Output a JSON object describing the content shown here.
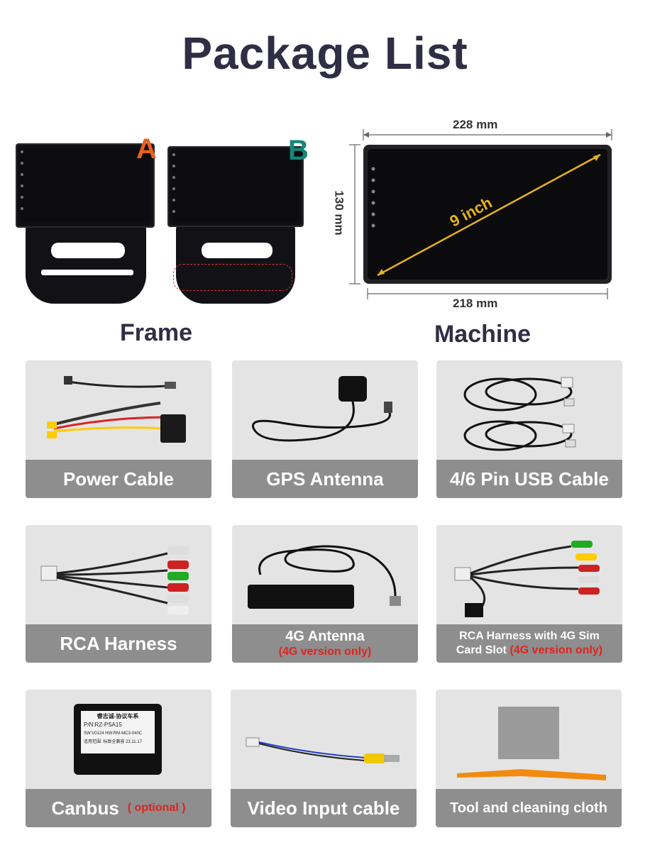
{
  "title": "Package List",
  "frames": {
    "a_label": "A",
    "b_label": "B",
    "label": "Frame",
    "a_color": "#e8601c",
    "b_color": "#17867a"
  },
  "machine": {
    "top_dim": "228 mm",
    "bottom_dim": "218 mm",
    "side_dim": "130 mm",
    "diag": "9 inch",
    "label": "Machine",
    "diag_color": "#e8b21a"
  },
  "items": [
    {
      "name": "Power Cable"
    },
    {
      "name": "GPS Antenna"
    },
    {
      "name": "4/6 Pin USB Cable"
    },
    {
      "name": "RCA Harness"
    },
    {
      "name": "4G Antenna",
      "note": "(4G version only)"
    },
    {
      "name_line1": "RCA Harness with 4G Sim",
      "name_line2": "Card Slot",
      "note": "(4G version only)"
    },
    {
      "name": "Canbus",
      "note": "( optional )"
    },
    {
      "name": "Video Input cable"
    },
    {
      "name": "Tool and cleaning cloth"
    }
  ],
  "canbus_box": {
    "line1": "睿志诚-协议车系",
    "line2": "P/N:RZ-PSA15",
    "line3": "SW:V0124 HW:RM-MC3-040C",
    "line4": "适用范围: 标致全兼容 23.11.17"
  }
}
